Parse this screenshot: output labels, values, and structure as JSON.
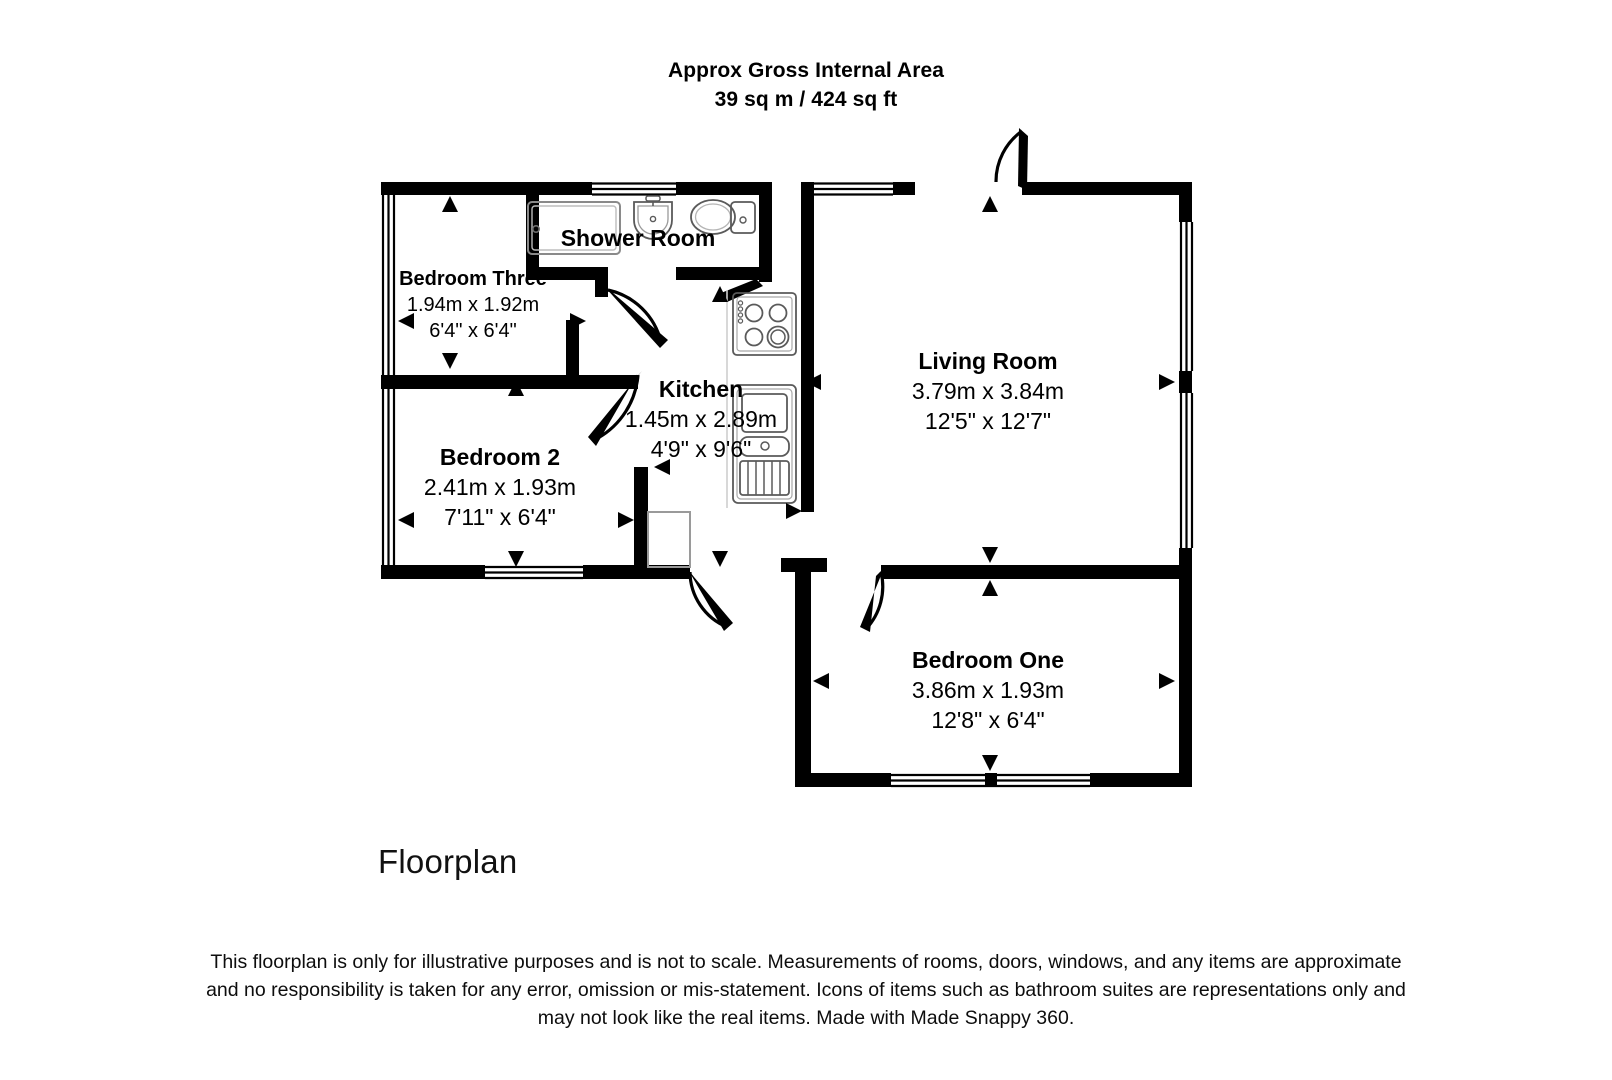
{
  "header": {
    "line1": "Approx Gross Internal Area",
    "line2": "39 sq m / 424 sq ft"
  },
  "caption": "Floorplan",
  "disclaimer": {
    "line1": "This floorplan is only for illustrative purposes and is not to scale. Measurements of rooms, doors, windows, and any items are approximate",
    "line2": "and no responsibility is taken for any error, omission or mis-statement. Icons of items such as bathroom suites are representations only and",
    "line3": "may not look like the real items. Made with Made Snappy 360."
  },
  "rooms": [
    {
      "id": "bedroom-three",
      "name": "Bedroom Three",
      "dim_metric": "1.94m x 1.92m",
      "dim_imperial": "6'4\" x 6'4\""
    },
    {
      "id": "shower-room",
      "name": "Shower Room",
      "dim_metric": "",
      "dim_imperial": ""
    },
    {
      "id": "kitchen",
      "name": "Kitchen",
      "dim_metric": "1.45m x 2.89m",
      "dim_imperial": "4'9\" x 9'6\""
    },
    {
      "id": "bedroom-2",
      "name": "Bedroom 2",
      "dim_metric": "2.41m x 1.93m",
      "dim_imperial": "7'11\" x 6'4\""
    },
    {
      "id": "living-room",
      "name": "Living Room",
      "dim_metric": "3.79m x 3.84m",
      "dim_imperial": "12'5\" x 12'7\""
    },
    {
      "id": "bedroom-one",
      "name": "Bedroom One",
      "dim_metric": "3.86m x 1.93m",
      "dim_imperial": "12'8\" x 6'4\""
    }
  ],
  "fixtures": [
    {
      "id": "shower-tray",
      "label": "shower-tray-icon"
    },
    {
      "id": "wash-basin",
      "label": "wash-basin-icon"
    },
    {
      "id": "toilet",
      "label": "toilet-icon"
    },
    {
      "id": "hob",
      "label": "hob-icon"
    },
    {
      "id": "kitchen-sink",
      "label": "kitchen-sink-icon"
    }
  ],
  "colors": {
    "wall": "#000000",
    "background": "#ffffff",
    "text": "#000000"
  }
}
